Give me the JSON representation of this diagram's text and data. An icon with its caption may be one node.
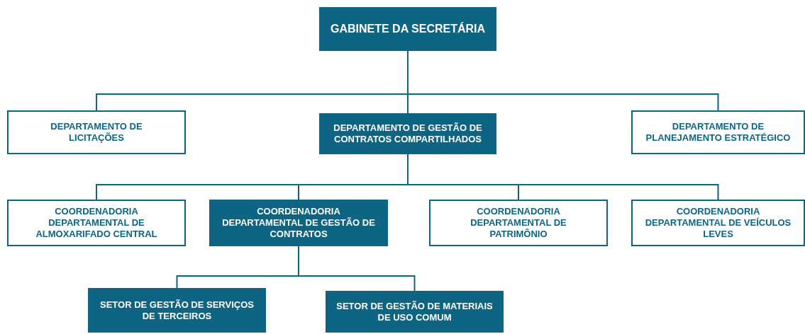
{
  "diagram": {
    "nodes": [
      {
        "text": [
          "GABINETE DA SECRETÁRIA"
        ]
      },
      {
        "text": [
          "DEPARTAMENTO DE LICITAÇÕES"
        ]
      },
      {
        "text": [
          "DEPARTAMENTO DE GESTÃO DE CONTRATOS COMPARTILHADOS"
        ]
      },
      {
        "text": [
          "DEPARTAMENTO DE PLANEJAMENTO ESTRATÉGICO"
        ]
      },
      {
        "text": [
          "COORDENADORIA DEPARTAMENTAL DE ALMOXARIFADO CENTRAL"
        ]
      },
      {
        "text": [
          "COORDENADORIA DEPARTAMENTAL DE GESTÃO DE CONTRATOS"
        ]
      },
      {
        "text": [
          "COORDENADORIA DEPARTAMENTAL DE PATRIMÔNIO"
        ]
      },
      {
        "text": [
          "COORDENADORIA DEPARTAMENTAL DE VEÍCULOS LEVES"
        ]
      },
      {
        "text": [
          "SETOR DE GESTÃO DE SERVIÇOS DE TERCEIROS"
        ]
      },
      {
        "text": [
          "SETOR DE GESTÃO DE MATERIAIS DE USO COMUM"
        ]
      }
    ],
    "edges": [
      {
        "from": 0,
        "to": 1,
        "arrow": "none"
      },
      {
        "from": 0,
        "to": 2,
        "arrow": "none"
      },
      {
        "from": 0,
        "to": 3,
        "arrow": "none"
      },
      {
        "from": 2,
        "to": 4,
        "arrow": "none"
      },
      {
        "from": 2,
        "to": 5,
        "arrow": "none"
      },
      {
        "from": 2,
        "to": 6,
        "arrow": "none"
      },
      {
        "from": 2,
        "to": 7,
        "arrow": "none"
      },
      {
        "from": 5,
        "to": 8,
        "arrow": "none"
      },
      {
        "from": 5,
        "to": 9,
        "arrow": "none"
      }
    ]
  }
}
